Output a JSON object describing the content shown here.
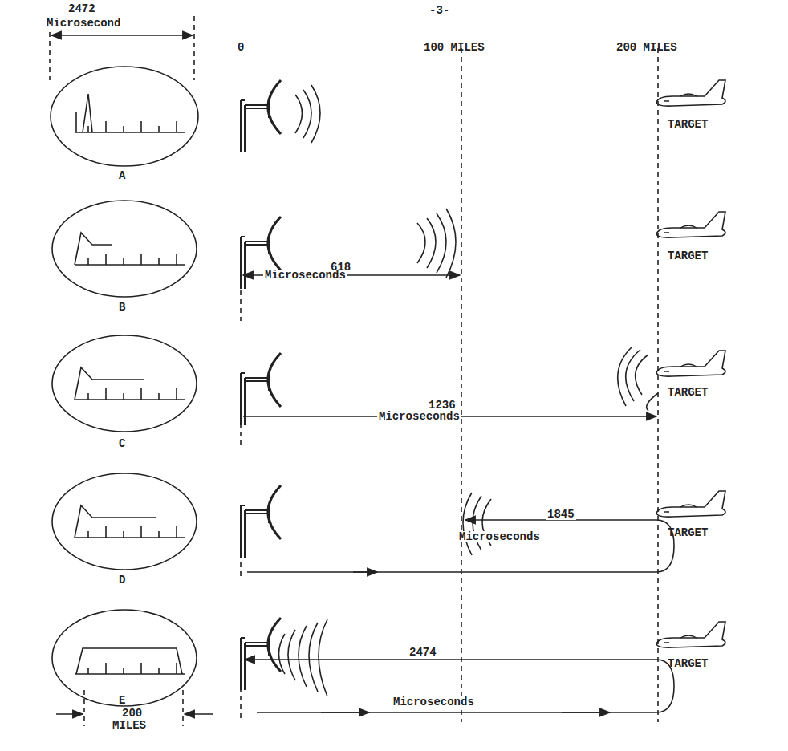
{
  "diagram": {
    "labels": [
      "-3-",
      "2472",
      "Microsecond",
      "0",
      "100 MILES",
      "200 MILES",
      "TARGET",
      "A",
      "618",
      "Microseconds",
      "TARGET",
      "B",
      "1236",
      "Microseconds",
      "TARGET",
      "C",
      "1845",
      "Microseconds",
      "TARGET",
      "D",
      "2474",
      "Microseconds",
      "TARGET",
      "E",
      "200",
      "MILES"
    ]
  }
}
